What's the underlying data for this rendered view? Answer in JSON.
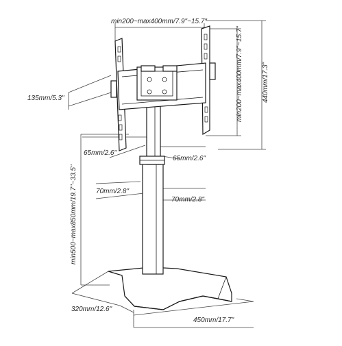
{
  "labels": {
    "top_width": "min200~max400mm/7.9\"~15.7\"",
    "right_vertical": "min200~max400mm/7.9\"~15.7\"",
    "right_height": "440mm/17.3\"",
    "depth_top": "135mm/5.3\"",
    "bracket_left": "65mm/2.6\"",
    "bracket_right": "65mm/2.6\"",
    "post_left": "70mm/2.8\"",
    "post_right": "70mm/2.8\"",
    "height_range": "min500~max850mm/19.7\"~33.5\"",
    "base_depth": "320mm/12.6\"",
    "base_width": "450mm/17.7\""
  }
}
